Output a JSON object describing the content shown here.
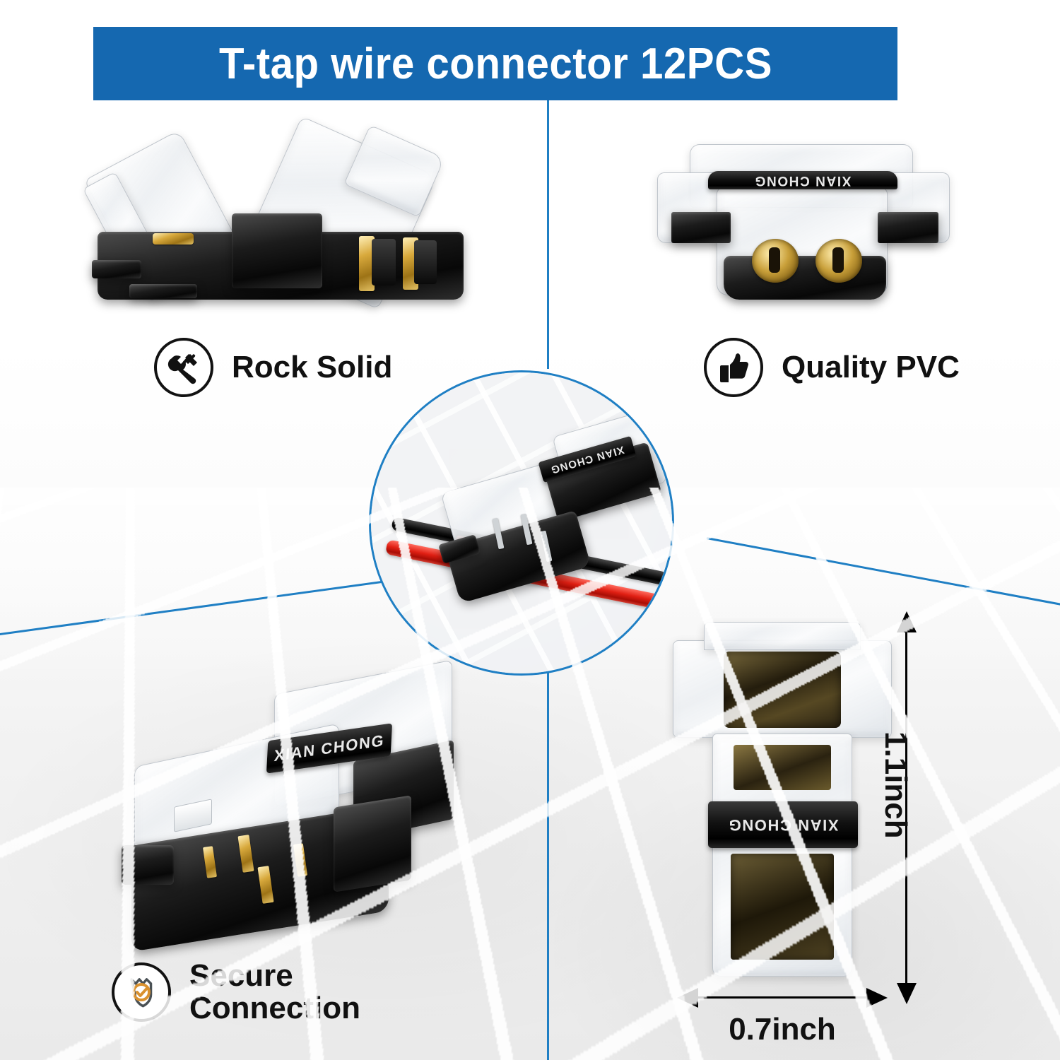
{
  "banner": {
    "title": "T-tap wire connector 12PCS",
    "background_color": "#1568b0",
    "text_color": "#ffffff"
  },
  "theme": {
    "accent_blue": "#1f7fc4",
    "banner_blue": "#1568b0",
    "icon_outline": "#121212",
    "shield_check_gold": "#d9912f",
    "shield_body_gray": "#4a5155",
    "wire_red": "#e01f13",
    "wire_black": "#111111",
    "contact_gold": "#d8a93c"
  },
  "brand": {
    "name": "XIAN CHONG"
  },
  "features": [
    {
      "id": "rock-solid",
      "label": "Rock Solid",
      "icon": "tools-icon",
      "position": "top-left"
    },
    {
      "id": "quality-pvc",
      "label": "Quality PVC",
      "icon": "thumbs-up-icon",
      "position": "top-right"
    },
    {
      "id": "secure-connection",
      "label": "Secure\nConnection",
      "icon": "shield-check-icon",
      "position": "bottom-left"
    }
  ],
  "dimensions": {
    "height": "1.1inch",
    "width": "0.7inch"
  },
  "product_views": [
    {
      "id": "open-side-view",
      "caption_feature": "Rock Solid",
      "description": "side view, clear covers open"
    },
    {
      "id": "front-end-view",
      "caption_feature": "Quality PVC",
      "description": "front end view with two gold terminals"
    },
    {
      "id": "angled-view",
      "caption_feature": "Secure Connection",
      "description": "angled view with gold contacts"
    },
    {
      "id": "top-view-dimensions",
      "caption_feature": "",
      "description": "top view with size callouts"
    },
    {
      "id": "in-use-closeup",
      "caption_feature": "",
      "description": "connector tapping red and black wires"
    }
  ],
  "wires": {
    "primary_color": "red",
    "secondary_color": "black"
  }
}
